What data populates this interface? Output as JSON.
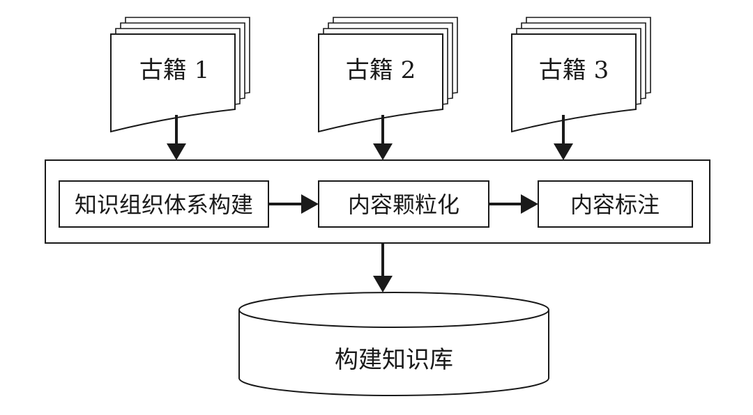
{
  "documents": [
    {
      "label": "古籍 1"
    },
    {
      "label": "古籍 2"
    },
    {
      "label": "古籍 3"
    }
  ],
  "process": {
    "steps": [
      {
        "label": "知识组织体系构建"
      },
      {
        "label": "内容颗粒化"
      },
      {
        "label": "内容标注"
      }
    ]
  },
  "output": {
    "label": "构建知识库"
  }
}
